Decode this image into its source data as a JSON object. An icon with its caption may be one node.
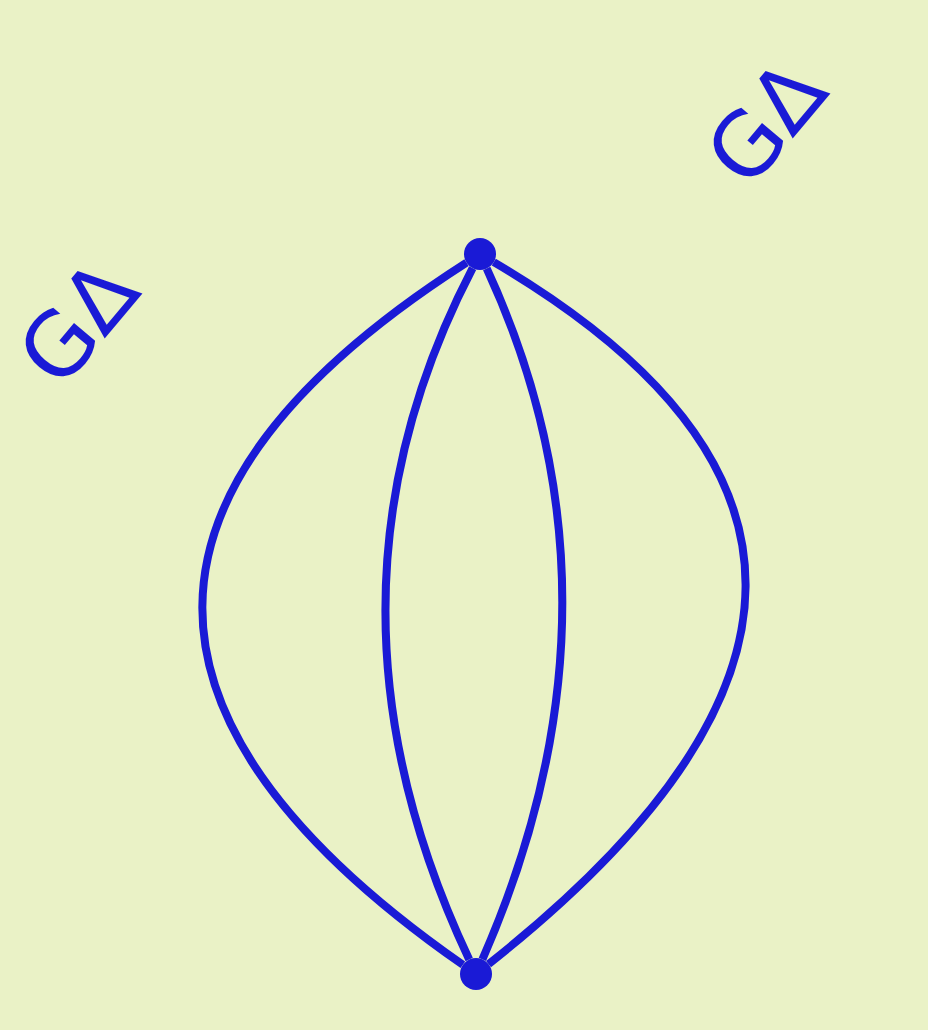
{
  "diagram": {
    "nodes": [
      {
        "text": [],
        "shape": "circle"
      },
      {
        "text": [],
        "shape": "circle"
      }
    ],
    "edges": [
      {
        "from": 0,
        "to": 1,
        "arrow": "none"
      },
      {
        "from": 0,
        "to": 1,
        "arrow": "none"
      },
      {
        "from": 0,
        "to": 1,
        "arrow": "none"
      },
      {
        "from": 0,
        "to": 1,
        "arrow": "none"
      }
    ],
    "labels": [
      "GΔ",
      "GΔ"
    ]
  }
}
